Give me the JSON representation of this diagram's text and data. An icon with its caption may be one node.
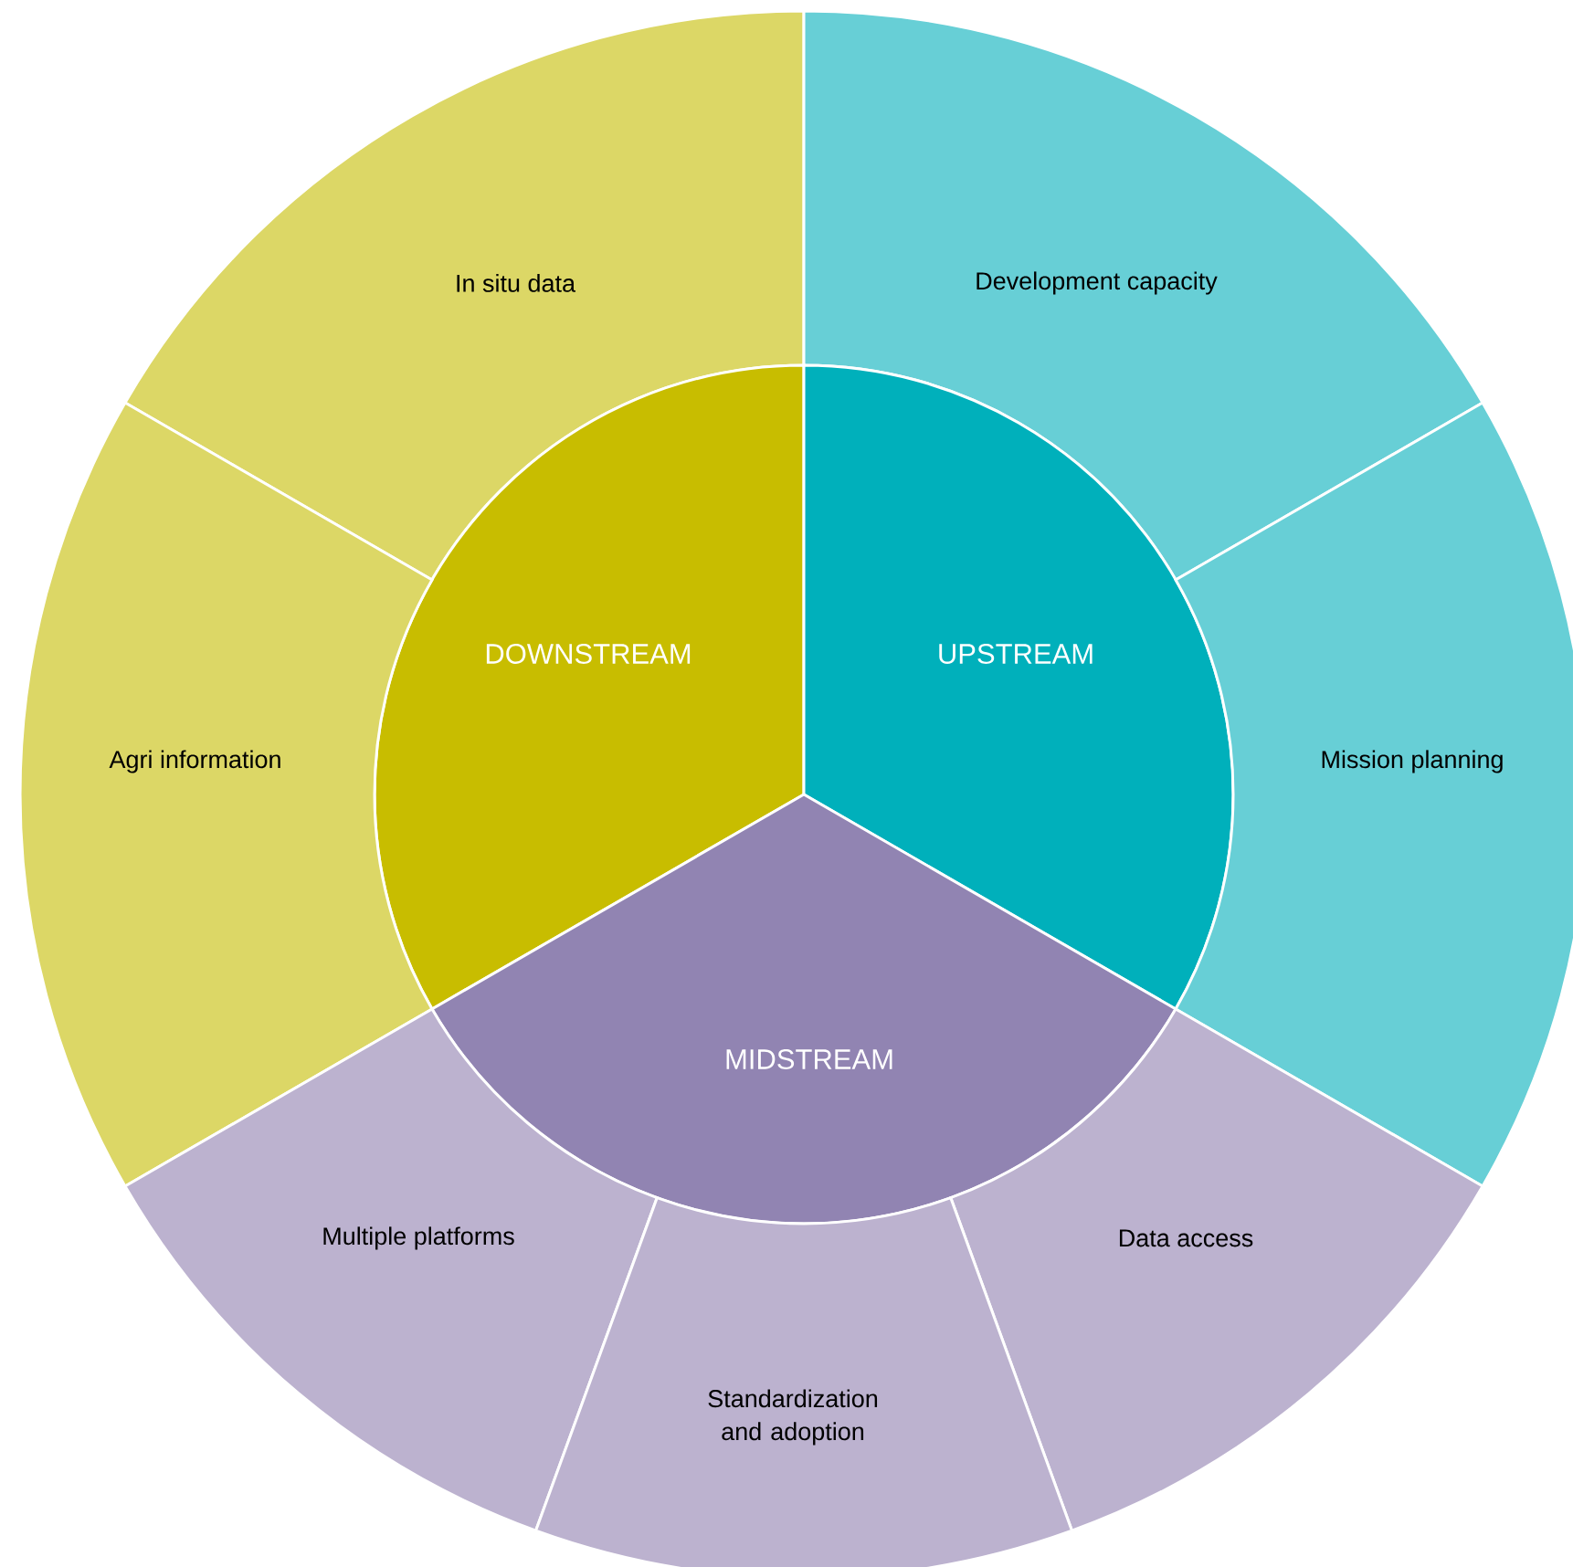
{
  "diagram": {
    "nodes": [
      {
        "text": [
          "In situ data"
        ]
      },
      {
        "text": [
          "Development capacity"
        ]
      },
      {
        "text": [
          "DOWNSTREAM"
        ]
      },
      {
        "text": [
          "UPSTREAM"
        ]
      },
      {
        "text": [
          "Agri information"
        ]
      },
      {
        "text": [
          "Mission planning"
        ]
      },
      {
        "text": [
          "MIDSTREAM"
        ]
      },
      {
        "text": [
          "Multiple platforms"
        ]
      },
      {
        "text": [
          "Data access"
        ]
      },
      {
        "text": [
          "Standardization and adoption"
        ]
      }
    ]
  }
}
